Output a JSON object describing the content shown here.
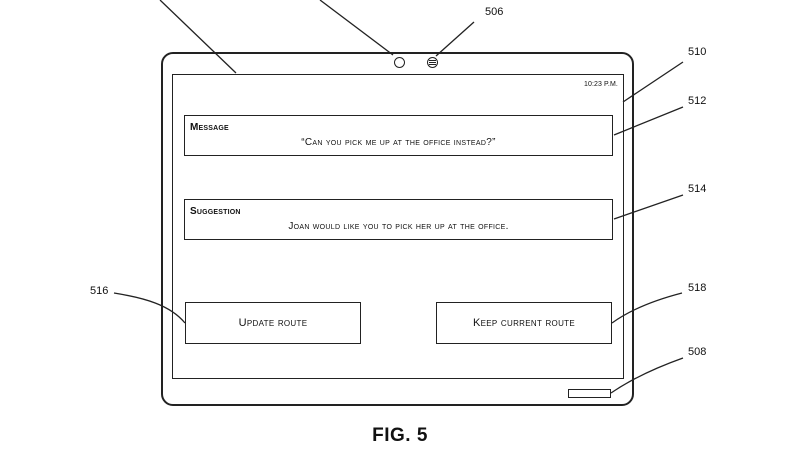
{
  "figure": {
    "caption": "FIG. 5"
  },
  "device": {
    "status": {
      "time": "10:23 P.M."
    },
    "message_panel": {
      "title": "Message",
      "text": "“Can you pick me up at the office instead?”"
    },
    "suggestion_panel": {
      "title": "Suggestion",
      "text": "Joan would like you to pick her up at the office."
    },
    "buttons": {
      "update_label": "Update route",
      "keep_label": "Keep current route"
    }
  },
  "reference_numerals": {
    "camera": "506",
    "screen": "510",
    "message_panel": "512",
    "suggestion_panel": "514",
    "update_button": "516",
    "keep_button": "518",
    "home_button": "508"
  }
}
